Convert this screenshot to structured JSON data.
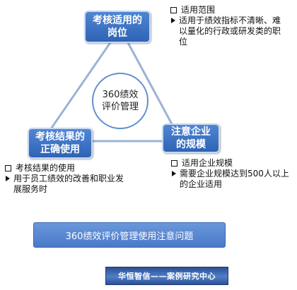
{
  "nodes": {
    "top": "考核适用的\n岗位",
    "left": "考核结果的\n正确使用",
    "right": "注意企业\n的规模"
  },
  "center": "360绩效\n评价管理",
  "notes": {
    "top_right": {
      "heading": "适用范围",
      "detail": "适用于绩效指标不清晰、难以量化的行政或研发类的职位"
    },
    "bottom_left": {
      "heading": "考核结果的使用",
      "detail": "用于员工绩效的改善和职业发展服务时"
    },
    "bottom_right": {
      "heading": "适用企业规模",
      "detail": "需要企业规模达到500人以上的企业适用"
    }
  },
  "banner": "360绩效评价管理使用注意问题",
  "footer": "华恒智信——案例研究中心",
  "colors": {
    "node_fill": "#3a6fc0",
    "triangle_stroke": "#9bb3d6",
    "banner_fill": "#5b8bd6"
  }
}
